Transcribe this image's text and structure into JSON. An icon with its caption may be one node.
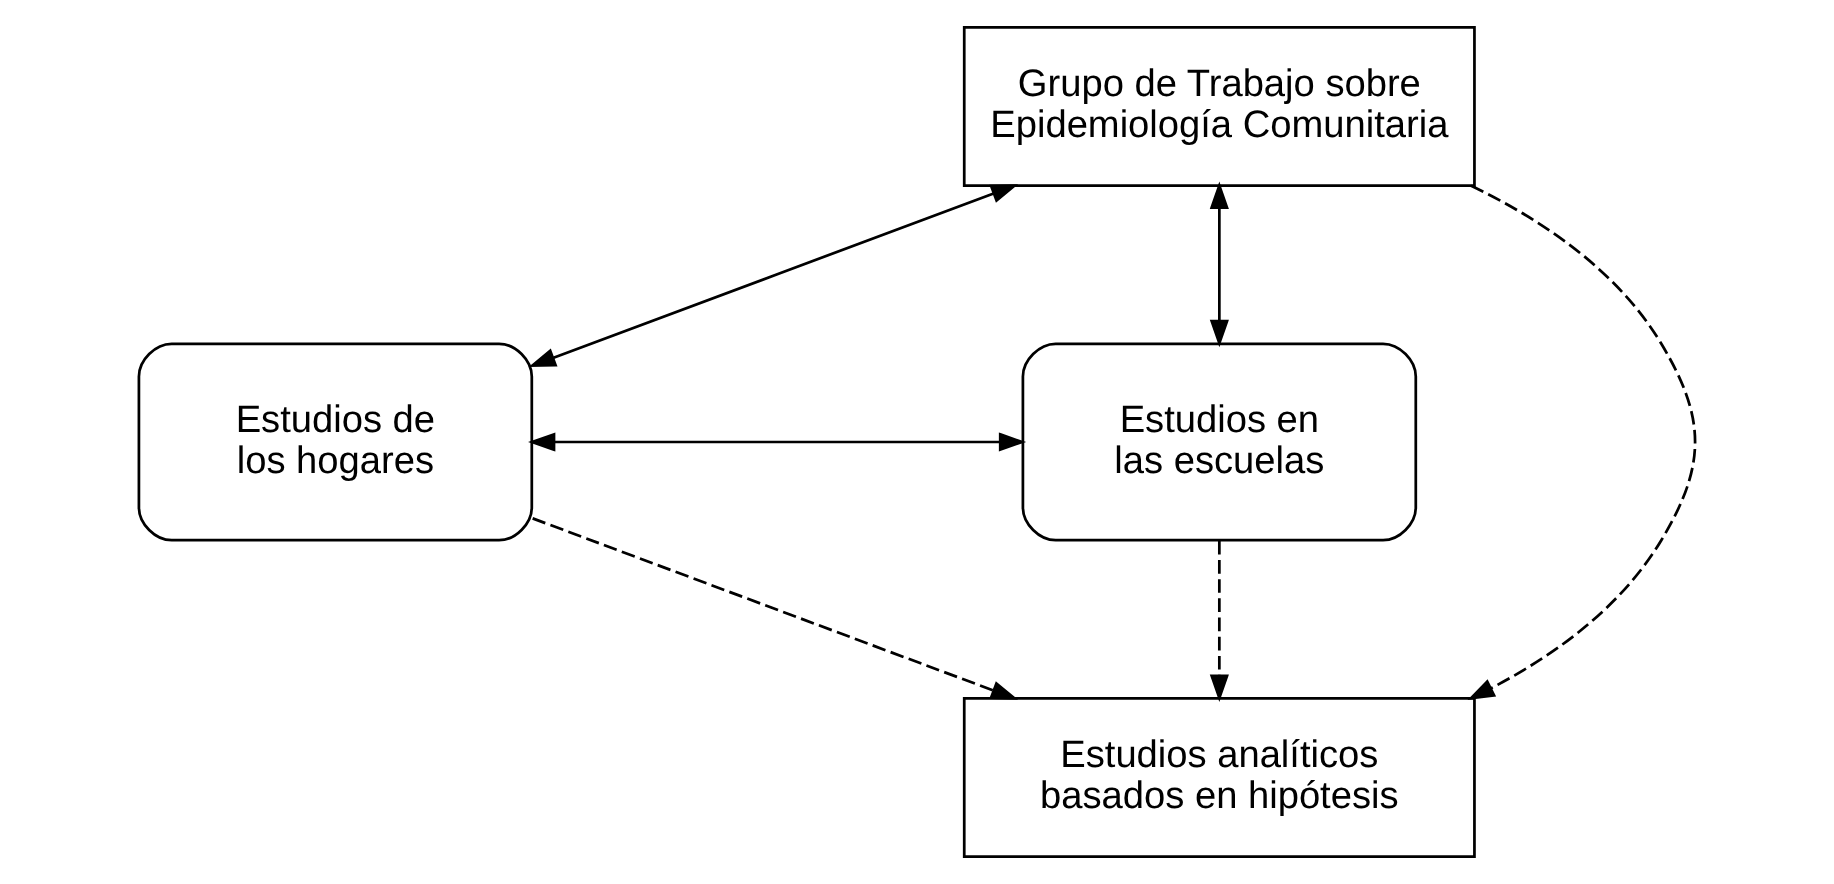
{
  "diagram": {
    "nodes": [
      {
        "text": [
          "Grupo de Trabajo sobre Epidemiología Comunitaria"
        ]
      },
      {
        "text": [
          "Estudios de los hogares"
        ]
      },
      {
        "text": [
          "Estudios en las escuelas"
        ]
      },
      {
        "text": [
          "Estudios analíticos basados en hipótesis"
        ]
      }
    ],
    "edges": [
      {
        "from": 0,
        "to": 1,
        "arrow": "both"
      },
      {
        "from": 0,
        "to": 2,
        "arrow": "both"
      },
      {
        "from": 1,
        "to": 2,
        "arrow": "both"
      },
      {
        "from": 0,
        "to": 3,
        "arrow": "to",
        "style": "dashed"
      },
      {
        "from": 1,
        "to": 3,
        "arrow": "to",
        "style": "dashed"
      },
      {
        "from": 2,
        "to": 3,
        "arrow": "to",
        "style": "dashed"
      }
    ]
  }
}
